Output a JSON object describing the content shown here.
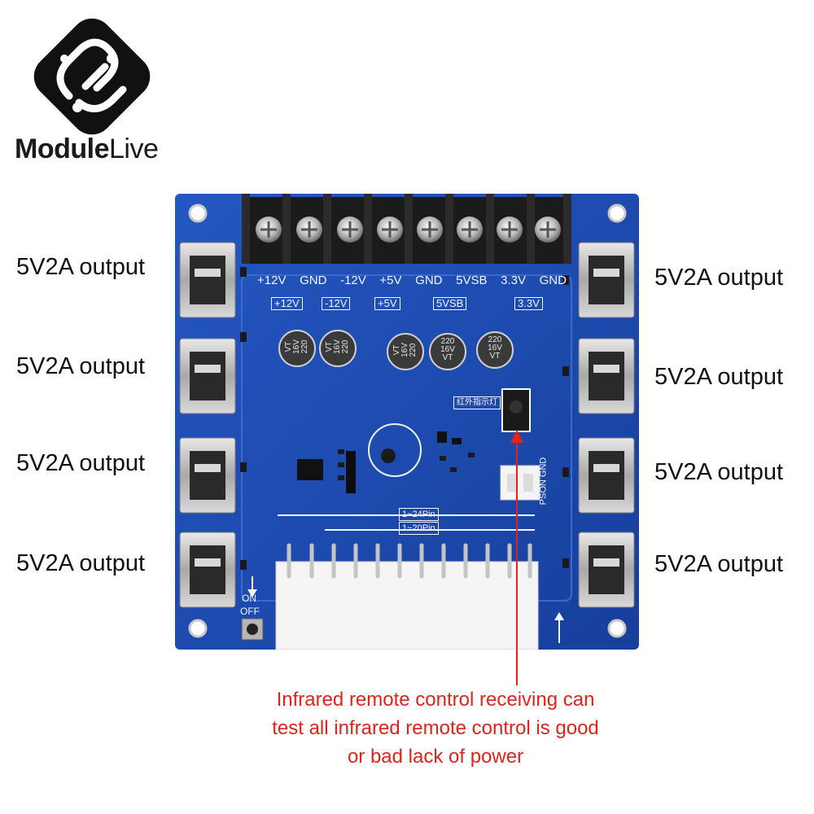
{
  "brand": {
    "name_bold": "Module",
    "name_light": "Live"
  },
  "outputs_left": [
    "5V2A output",
    "5V2A output",
    "5V2A output",
    "5V2A output"
  ],
  "outputs_right": [
    "5V2A output",
    "5V2A output",
    "5V2A output",
    "5V2A output"
  ],
  "terminal_labels": [
    "+12V",
    "GND",
    "-12V",
    "+5V",
    "GND",
    "5VSB",
    "3.3V",
    "GND"
  ],
  "indicator_labels": [
    "+12V",
    "-12V",
    "+5V",
    "5VSB",
    "3.3V"
  ],
  "capacitors": [
    {
      "top": "VT",
      "mid": "16V",
      "bot": "220"
    },
    {
      "top": "VT",
      "mid": "16V",
      "bot": "220"
    },
    {
      "top": "VT",
      "mid": "16V",
      "bot": "220"
    },
    {
      "top": "220",
      "mid": "16V",
      "bot": "VT"
    },
    {
      "top": "220",
      "mid": "16V",
      "bot": "VT"
    }
  ],
  "ir_label": "红外指示灯",
  "pson_label": "PSON GND",
  "pin_labels": [
    "1~24Pin",
    "1~20Pin"
  ],
  "switch_labels": {
    "on": "ON",
    "off": "OFF"
  },
  "annotation": {
    "line1": "Infrared remote control receiving can",
    "line2": "test all infrared remote control is good",
    "line3": "or bad lack of power"
  },
  "colors": {
    "pcb": "#1d4fb5",
    "annotation": "#e0241b",
    "logo": "#111111"
  }
}
